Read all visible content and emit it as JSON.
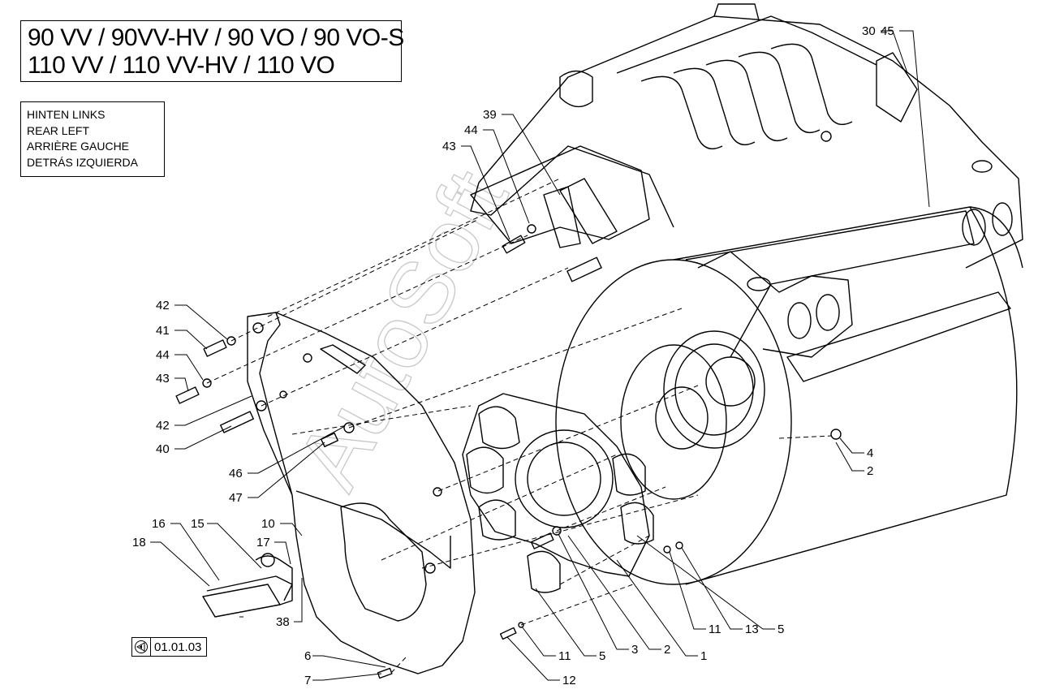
{
  "header": {
    "models_line1": "90 VV / 90VV-HV / 90 VO / 90 VO-S",
    "models_line2": "110 VV / 110 VV-HV / 110 VO"
  },
  "view": {
    "lines": [
      "HINTEN LINKS",
      "REAR LEFT",
      "ARRIÈRE GAUCHE",
      "DETRÁS IZQUIERDA"
    ]
  },
  "reference": {
    "icon": "page-ref-arrow-icon",
    "label": "01.01.03"
  },
  "watermark": "AutoSoft",
  "callouts": [
    "30",
    "45",
    "39",
    "44",
    "43",
    "42",
    "41",
    "44",
    "43",
    "42",
    "40",
    "46",
    "47",
    "10",
    "16",
    "15",
    "17",
    "18",
    "38",
    "6",
    "7",
    "4",
    "2",
    "11",
    "13",
    "5",
    "5",
    "3",
    "2",
    "1",
    "11",
    "12"
  ]
}
